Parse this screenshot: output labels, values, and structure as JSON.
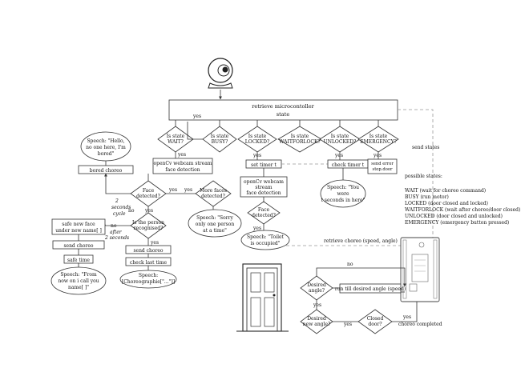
{
  "microcontroller_box": {
    "line1": "retrieve microcontoller",
    "line2": "state"
  },
  "state_checks": [
    {
      "line1": "Is state",
      "line2": "WAIT?"
    },
    {
      "line1": "Is state",
      "line2": "BUSY?"
    },
    {
      "line1": "Is state",
      "line2": "LOCKED?"
    },
    {
      "line1": "Is state",
      "line2": "WAITFORLOCK?"
    },
    {
      "line1": "Is state",
      "line2": "UNLOCKED?"
    },
    {
      "line1": "Is state",
      "line2": "EMERGENCY?"
    }
  ],
  "answers": {
    "yes": "yes",
    "no": "no"
  },
  "timing": {
    "seconds": "2",
    "seconds_word": "seconds",
    "cycle": "cycle",
    "after": "after",
    "after_seconds": "2 seconds"
  },
  "wait_branch": {
    "opencv_line1": "openCv webcam stream",
    "opencv_line2": "face detection",
    "face_detected_1": "Face",
    "face_detected_2": "detected?",
    "more_faces_1": "More faces",
    "more_faces_2": "detected?",
    "recognised_1": "Is the person",
    "recognised_2": "recognised?",
    "bored_choreo": "bored choreo",
    "speech_bored_1": "Speech: \"Hello,",
    "speech_bored_2": "no one here, I'm",
    "speech_bored_3": "bored\"",
    "speech_sorry_1": "Speech: \"Sorry",
    "speech_sorry_2": "only one person",
    "speech_sorry_3": "at a time\"",
    "safe_face_1": "safe new face",
    "safe_face_2": "under new name[ ]",
    "send_choreo_left": "send choreo",
    "safe_time": "safe time",
    "speech_name_1": "Speech: \"From",
    "speech_name_2": "now on i call you",
    "speech_name_3": "name[ ]\"",
    "send_choreo_mid": "send choreo",
    "check_last_time": "check last time",
    "speech_choreo_1": "Speech:",
    "speech_choreo_2": "[Choreographie[\"...\"]]"
  },
  "locked_branch": {
    "set_timer": "set timer t",
    "opencv_line1": "openCv webcam",
    "opencv_line2": "stream",
    "opencv_line3": "face detection",
    "face_1": "Face",
    "face_2": "detected?",
    "speech_1": "Speech: \"Toilet",
    "speech_2": "is occupied\""
  },
  "unlocked_branch": {
    "check_timer": "check timer t",
    "speech_1": "Speech: \"You",
    "speech_2": "were",
    "speech_3": "t seconds in here\""
  },
  "emergency_branch": {
    "line1": "send error",
    "line2": "stop.door"
  },
  "side_labels": {
    "send_states": "send states",
    "retrieve_choreo": "retrieve choreo (speed, angle)",
    "choreo_completed": "choreo completed"
  },
  "possible_states": {
    "heading": "possible states:",
    "items": [
      "WAIT (wait for choreo command)",
      "BUSY (run motor)",
      "LOCKED (door closed and locked)",
      "WAITFORLOCK (wait after choreo/door closed)",
      "UNLOCKED (door closed and unlocked)",
      "EMERGENCY (emergency button pressed)"
    ]
  },
  "motor_loop": {
    "desired_1": "Desired",
    "desired_2": "angle?",
    "run_till": "run till desired angle (speed)",
    "new_angle_1": "Desired",
    "new_angle_2": "new angle?",
    "closed_1": "Closed",
    "closed_2": "door?"
  },
  "icons": {
    "camera": "webcam-icon",
    "door": "door-icon",
    "board": "arduino-board-icon"
  }
}
